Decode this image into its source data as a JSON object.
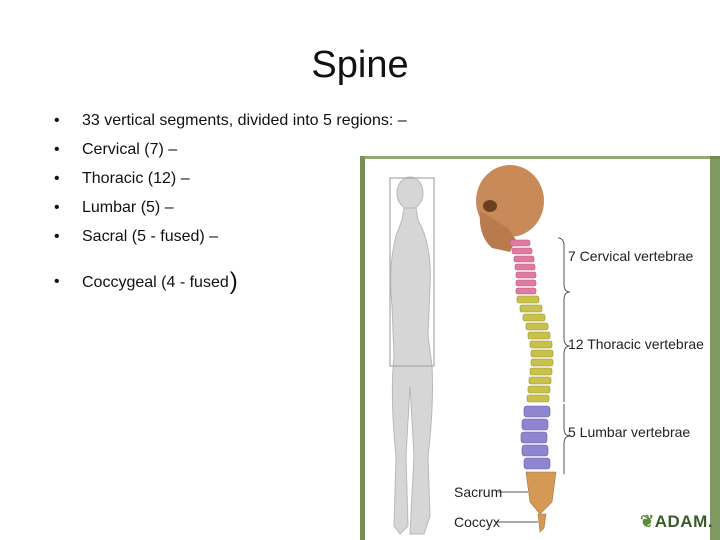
{
  "slide": {
    "title": "Spine",
    "bullets": [
      "33 vertical segments, divided into 5 regions: –",
      "Cervical (7) –",
      "Thoracic (12) –",
      "Lumbar (5) –",
      "Sacral (5 - fused) –",
      "Coccygeal (4 - fused"
    ],
    "closing_paren": ")"
  },
  "figure": {
    "labels": {
      "cervical": "7 Cervical vertebrae",
      "thoracic": "12 Thoracic vertebrae",
      "lumbar": "5 Lumbar vertebrae",
      "sacrum": "Sacrum",
      "coccyx": "Coccyx"
    },
    "logo": "ADAM.",
    "colors": {
      "frame": "#5f7a3c",
      "cervical": "#e07aa0",
      "thoracic": "#c9c24a",
      "lumbar": "#8f86cf",
      "sacrum": "#d49a55",
      "skull": "#c98a5a",
      "body": "#d2d2d2"
    }
  }
}
